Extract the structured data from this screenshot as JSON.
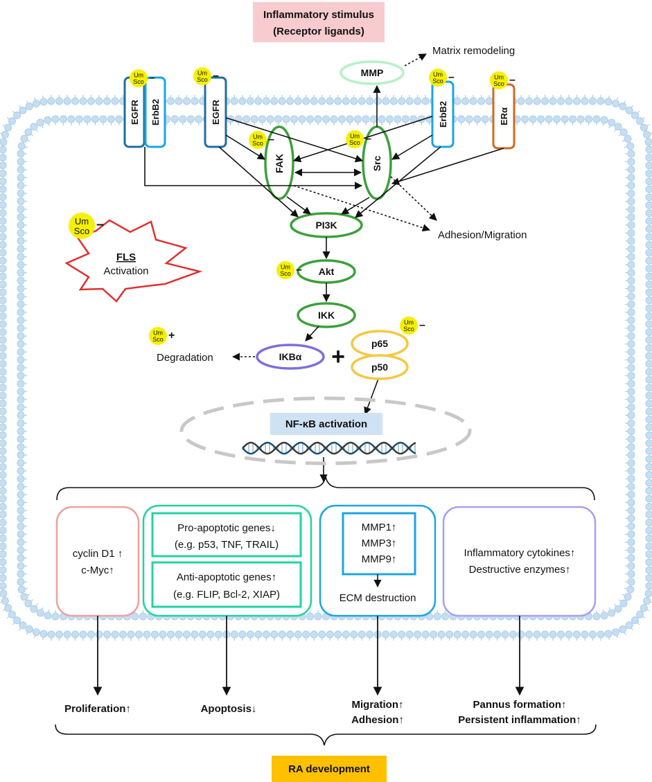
{
  "stimulus": {
    "line1": "Inflammatory stimulus",
    "line2": "(Receptor ligands)"
  },
  "drug": {
    "name_line1": "Um",
    "name_line2": "Sco",
    "sign_minus": "–",
    "sign_plus": "+"
  },
  "receptors": {
    "egfr": "EGFR",
    "erbb2": "ErbB2",
    "egfr2": "EGFR",
    "erbb2b": "ErbB2",
    "era": "ERα"
  },
  "nodes": {
    "mmp": "MMP",
    "fak": "FAK",
    "src": "Src",
    "pi3k": "PI3K",
    "akt": "Akt",
    "ikk": "IKK",
    "ikba": "IKBα",
    "p65": "p65",
    "p50": "p50",
    "plus": "+"
  },
  "labels": {
    "matrix_remodeling": "Matrix remodeling",
    "adhesion_migration": "Adhesion/Migration",
    "degradation": "Degradation",
    "nfkb": "NF-κB activation",
    "fls": "FLS",
    "activation": "Activation"
  },
  "boxes": {
    "prolif": {
      "line1": "cyclin D1 ↑",
      "line2": "c-Myc↑"
    },
    "pro_apoptotic": {
      "line1": "Pro-apoptotic genes↓",
      "line2": "(e.g. p53, TNF, TRAIL)"
    },
    "anti_apoptotic": {
      "line1": "Anti-apoptotic genes↑",
      "line2": "(e.g. FLIP, Bcl-2, XIAP)"
    },
    "mmps": {
      "line1": "MMP1↑",
      "line2": "MMP3↑",
      "line3": "MMP9↑",
      "line4": "ECM destruction"
    },
    "inflam": {
      "line1": "Inflammatory cytokines↑",
      "line2": "Destructive enzymes↑"
    }
  },
  "outcomes": {
    "proliferation": "Proliferation↑",
    "apoptosis": "Apoptosis↓",
    "migration": "Migration↑",
    "adhesion": "Adhesion↑",
    "pannus": "Pannus formation↑",
    "persistent": "Persistent inflammation↑"
  },
  "result": "RA development",
  "colors": {
    "membrane": "#a9cdeb",
    "membrane_bead": "#c7def1",
    "stimulus_bg": "#f8cbcf",
    "egfr_blue": "#1f6e9c",
    "erbb2_cyan": "#1aa6df",
    "era_orange": "#d2691e",
    "green": "#3ca03c",
    "mmp_mint": "#b6f0c8",
    "ikba_purple": "#7a6fe0",
    "p65_yellow": "#f5c842",
    "drug_yellow": "#f5f000",
    "nfkb_bg": "#cfe2f3",
    "result_bg": "#ffc000",
    "prolif_pink": "#f0a0a0",
    "apop_teal": "#22d3a0",
    "mmp_blue": "#1aa6df",
    "inflam_purple": "#a8a0f0"
  }
}
